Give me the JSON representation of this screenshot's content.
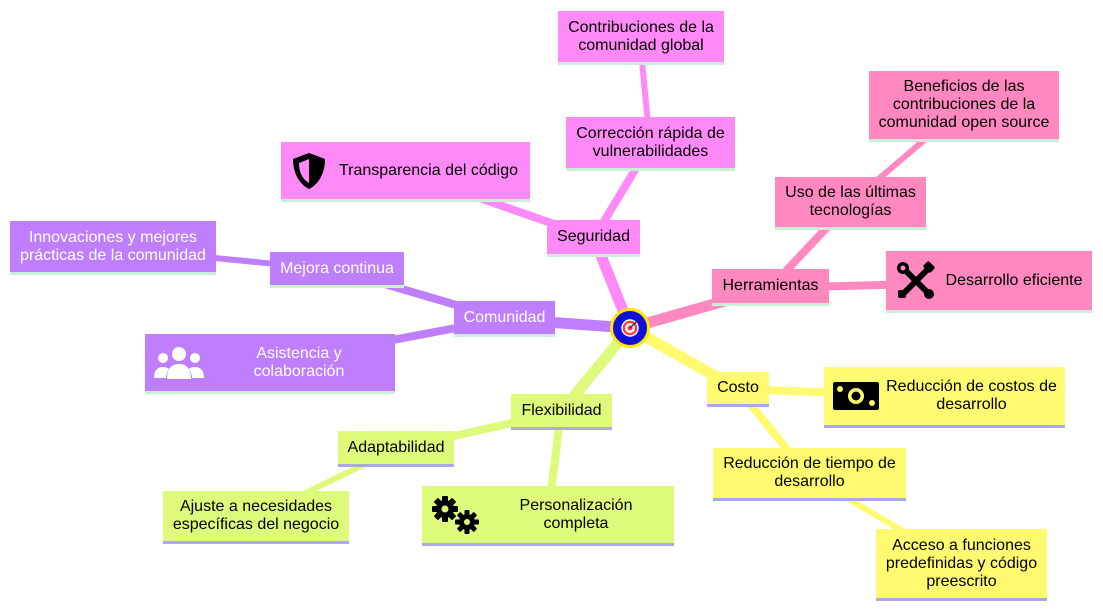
{
  "colors": {
    "seguridad": "#ff8af7",
    "herramientas": "#ff88c0",
    "costo": "#fffa70",
    "flexibilidad": "#ddfa7a",
    "comunidad": "#bf7efc",
    "center_fill": "#1010d8",
    "center_ring": "#ffe600"
  },
  "center": {
    "icon": "target-icon"
  },
  "branches": {
    "seguridad": {
      "label": "Seguridad",
      "children": {
        "correccion": "Corrección rápida de\nvulnerabilidades",
        "contribuciones": "Contribuciones de la\ncomunidad global",
        "transparencia": "Transparencia del código",
        "transparencia_icon": "shield-icon"
      }
    },
    "herramientas": {
      "label": "Herramientas",
      "children": {
        "uso": "Uso de las últimas\ntecnologías",
        "beneficios": "Beneficios de las\ncontribuciones de la\ncomunidad open source",
        "desarrollo": "Desarrollo eficiente",
        "desarrollo_icon": "tools-icon"
      }
    },
    "costo": {
      "label": "Costo",
      "children": {
        "reduccion_costos": "Reducción de costos de\ndesarrollo",
        "reduccion_costos_icon": "money-icon",
        "reduccion_tiempo": "Reducción de tiempo de\ndesarrollo",
        "acceso": "Acceso a funciones\npredefinidas y código\npreescrito"
      }
    },
    "flexibilidad": {
      "label": "Flexibilidad",
      "children": {
        "adaptabilidad": "Adaptabilidad",
        "ajuste": "Ajuste a necesidades\nespecíficas del negocio",
        "personalizacion": "Personalización completa",
        "personalizacion_icon": "gears-icon"
      }
    },
    "comunidad": {
      "label": "Comunidad",
      "children": {
        "mejora": "Mejora continua",
        "innovaciones": "Innovaciones y mejores\nprácticas de la comunidad",
        "asistencia": "Asistencia y colaboración",
        "asistencia_icon": "users-icon"
      }
    }
  }
}
